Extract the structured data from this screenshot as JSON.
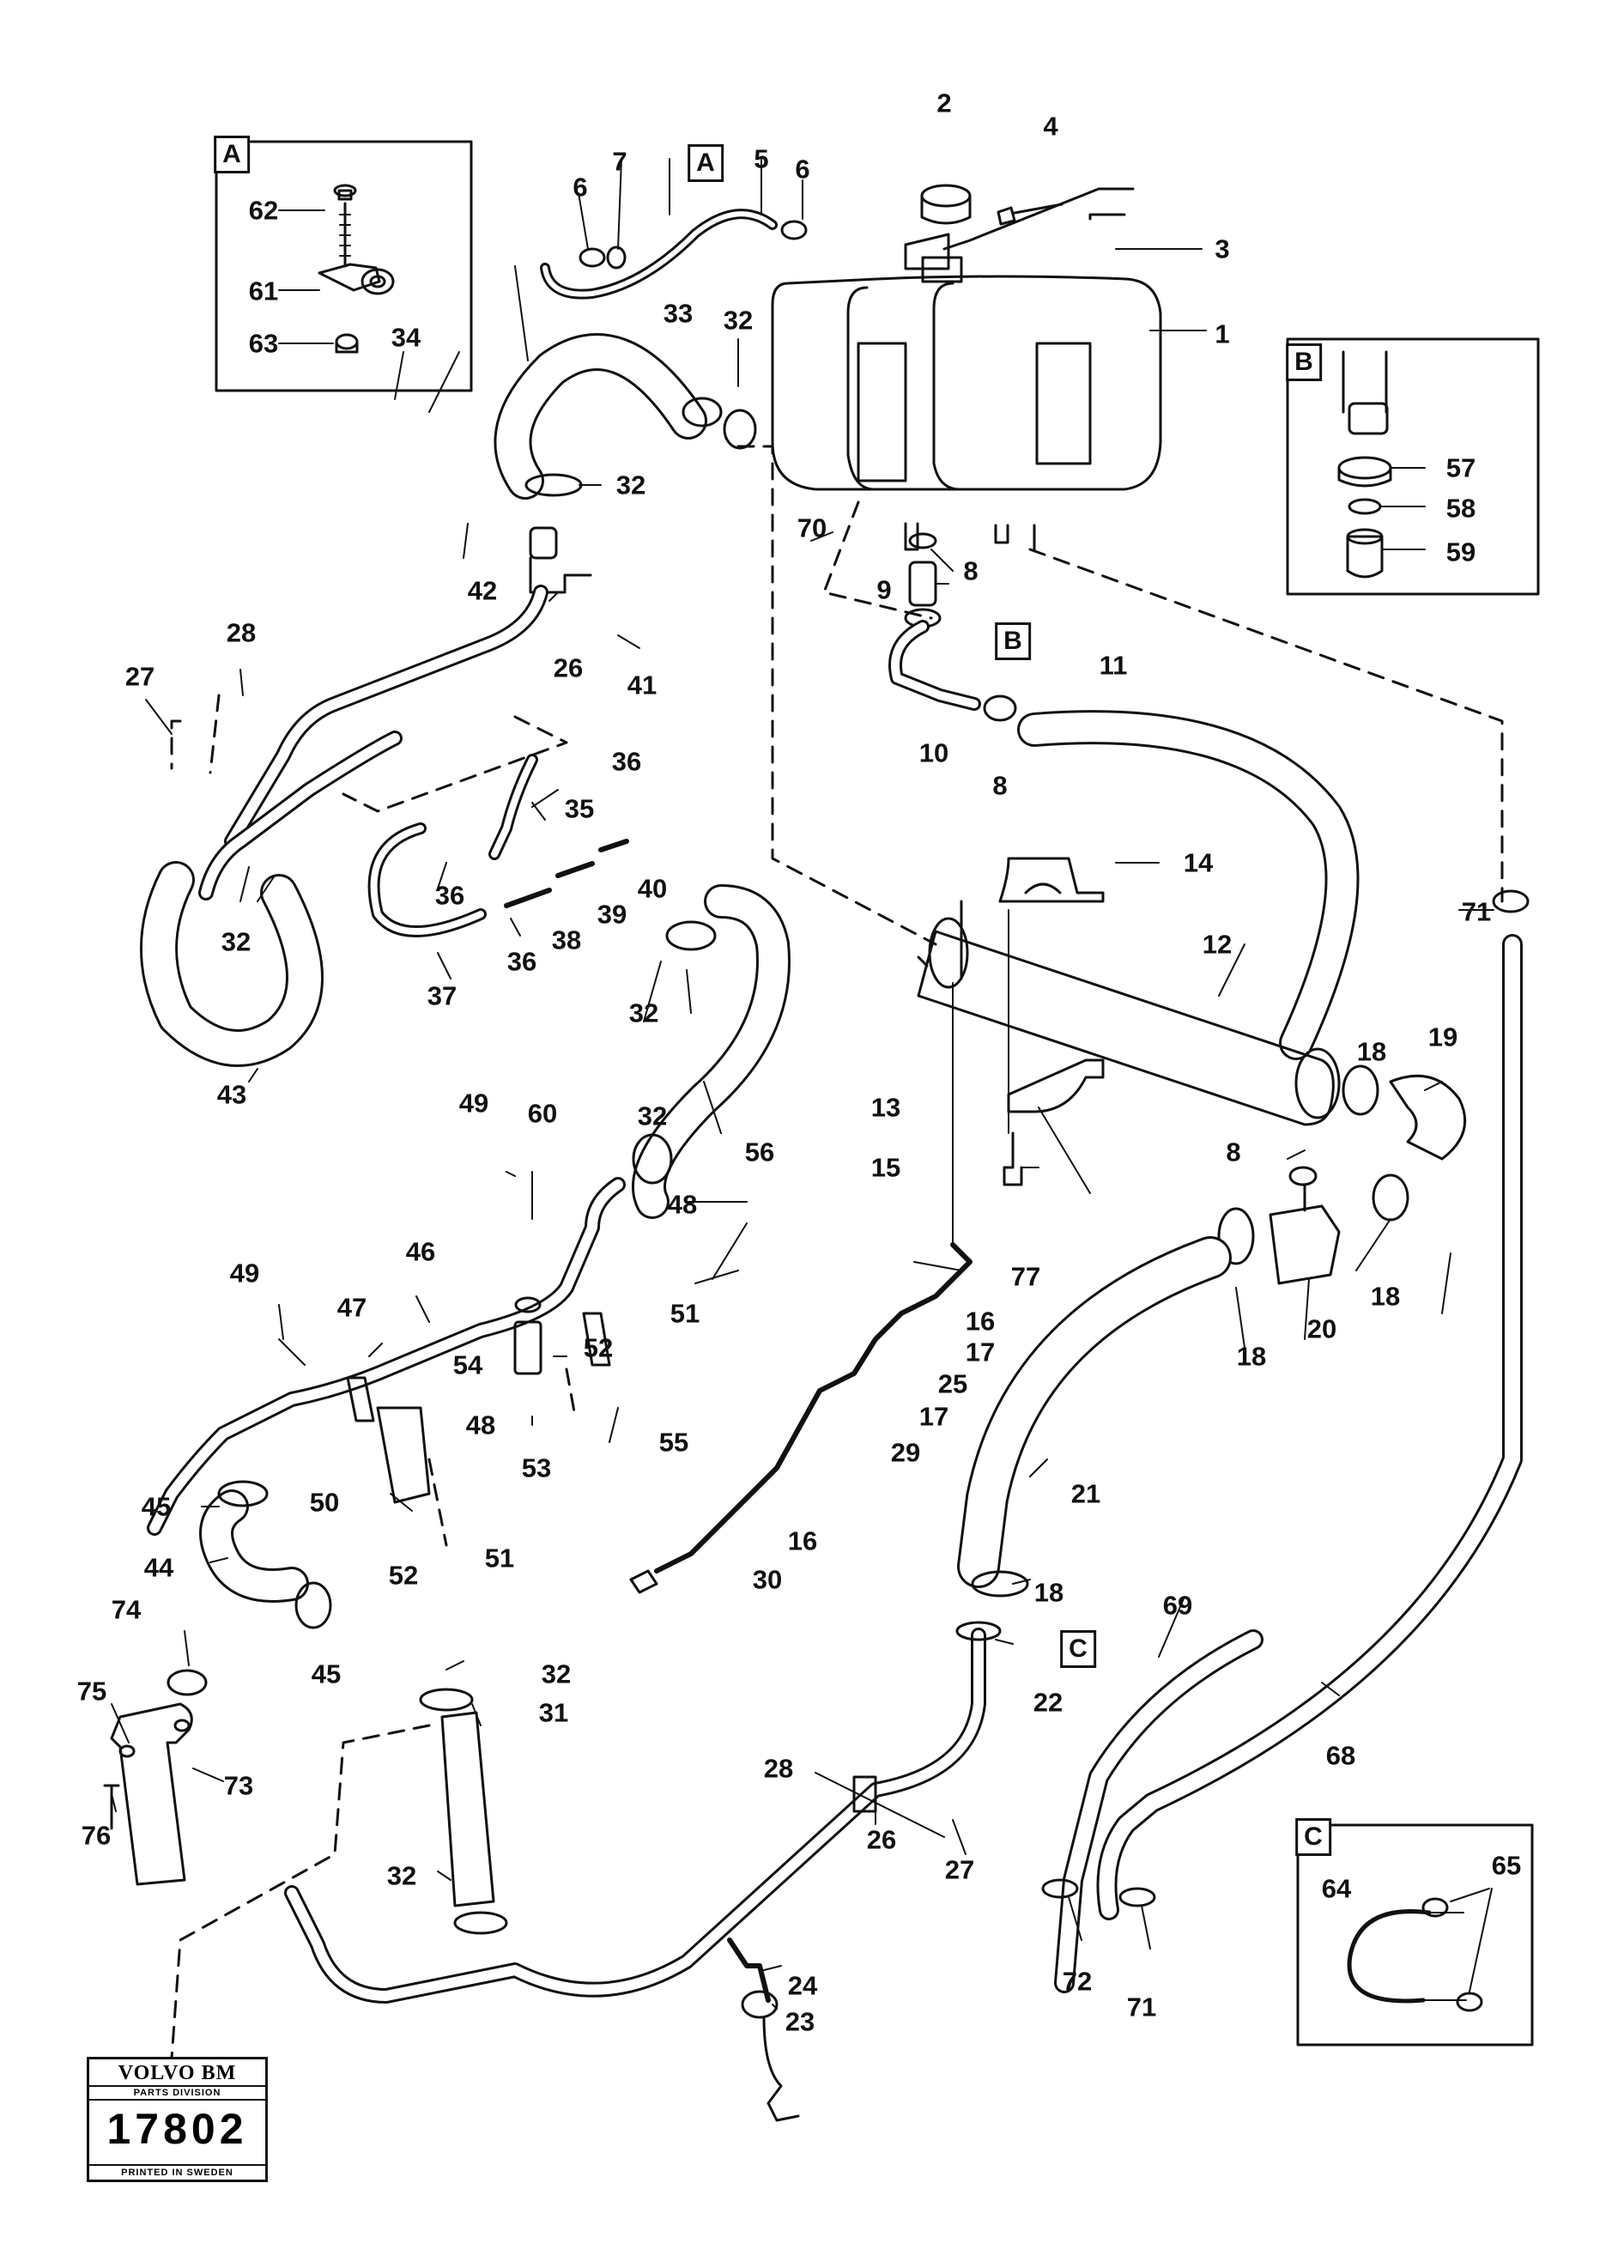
{
  "callouts": {
    "n1": "1",
    "n2": "2",
    "n3": "3",
    "n4": "4",
    "n5": "5",
    "n6a": "6",
    "n6b": "6",
    "n7": "7",
    "n8a": "8",
    "n8b": "8",
    "n8c": "8",
    "n9": "9",
    "n10": "10",
    "n11": "11",
    "n12": "12",
    "n13": "13",
    "n14": "14",
    "n15": "15",
    "n16a": "16",
    "n16b": "16",
    "n17a": "17",
    "n17b": "17",
    "n18a": "18",
    "n18b": "18",
    "n18c": "18",
    "n18d": "18",
    "n19": "19",
    "n20": "20",
    "n21": "21",
    "n22": "22",
    "n23": "23",
    "n24": "24",
    "n25": "25",
    "n26a": "26",
    "n26b": "26",
    "n27a": "27",
    "n27b": "27",
    "n28a": "28",
    "n28b": "28",
    "n29": "29",
    "n30": "30",
    "n31": "31",
    "n32a": "32",
    "n32b": "32",
    "n32c": "32",
    "n32d": "32",
    "n32e": "32",
    "n32f": "32",
    "n32g": "32",
    "n33": "33",
    "n34": "34",
    "n35": "35",
    "n36a": "36",
    "n36b": "36",
    "n36c": "36",
    "n37": "37",
    "n38": "38",
    "n39": "39",
    "n40": "40",
    "n41": "41",
    "n42": "42",
    "n43": "43",
    "n44": "44",
    "n45a": "45",
    "n45b": "45",
    "n46": "46",
    "n47": "47",
    "n48a": "48",
    "n48b": "48",
    "n49a": "49",
    "n49b": "49",
    "n50": "50",
    "n51a": "51",
    "n51b": "51",
    "n52a": "52",
    "n52b": "52",
    "n53": "53",
    "n54": "54",
    "n55": "55",
    "n56": "56",
    "n57": "57",
    "n58": "58",
    "n59": "59",
    "n60": "60",
    "n61": "61",
    "n62": "62",
    "n63": "63",
    "n64": "64",
    "n65": "65",
    "n68": "68",
    "n69": "69",
    "n70": "70",
    "n71a": "71",
    "n71b": "71",
    "n72": "72",
    "n73": "73",
    "n74": "74",
    "n75": "75",
    "n76": "76",
    "n77": "77"
  },
  "detail_labels": {
    "a_inset": "A",
    "a_ref": "A",
    "b_inset": "B",
    "b_ref": "B",
    "c_inset": "C",
    "c_ref": "C"
  },
  "stamp": {
    "brand": "VOLVO BM",
    "division": "PARTS DIVISION",
    "number": "17802",
    "printed": "PRINTED IN SWEDEN"
  }
}
